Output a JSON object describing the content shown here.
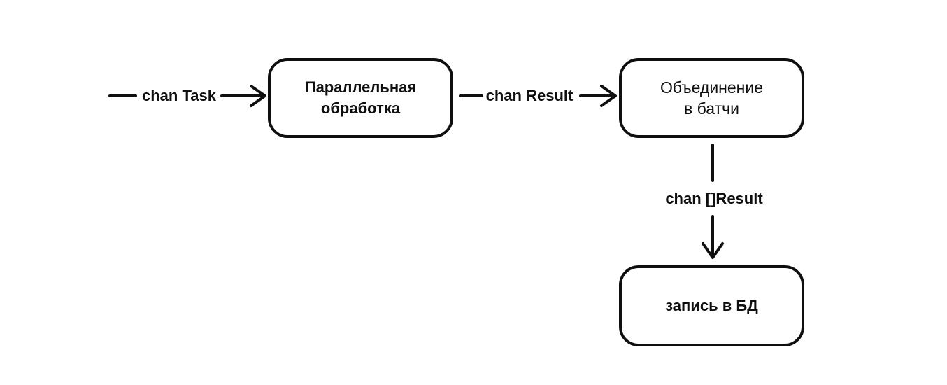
{
  "page": {
    "background": "#ffffff",
    "stroke_color": "#0f0f0f"
  },
  "diagram": {
    "nodes": {
      "parallel": {
        "lines": [
          "Параллельная",
          "обработка"
        ]
      },
      "batch": {
        "lines": [
          "Объединение",
          "в батчи"
        ]
      },
      "db": {
        "lines": [
          "запись в БД"
        ]
      }
    },
    "edges": {
      "task": {
        "label": "chan Task"
      },
      "result": {
        "label": "chan Result"
      },
      "batch_result": {
        "label": "chan []Result"
      }
    }
  }
}
